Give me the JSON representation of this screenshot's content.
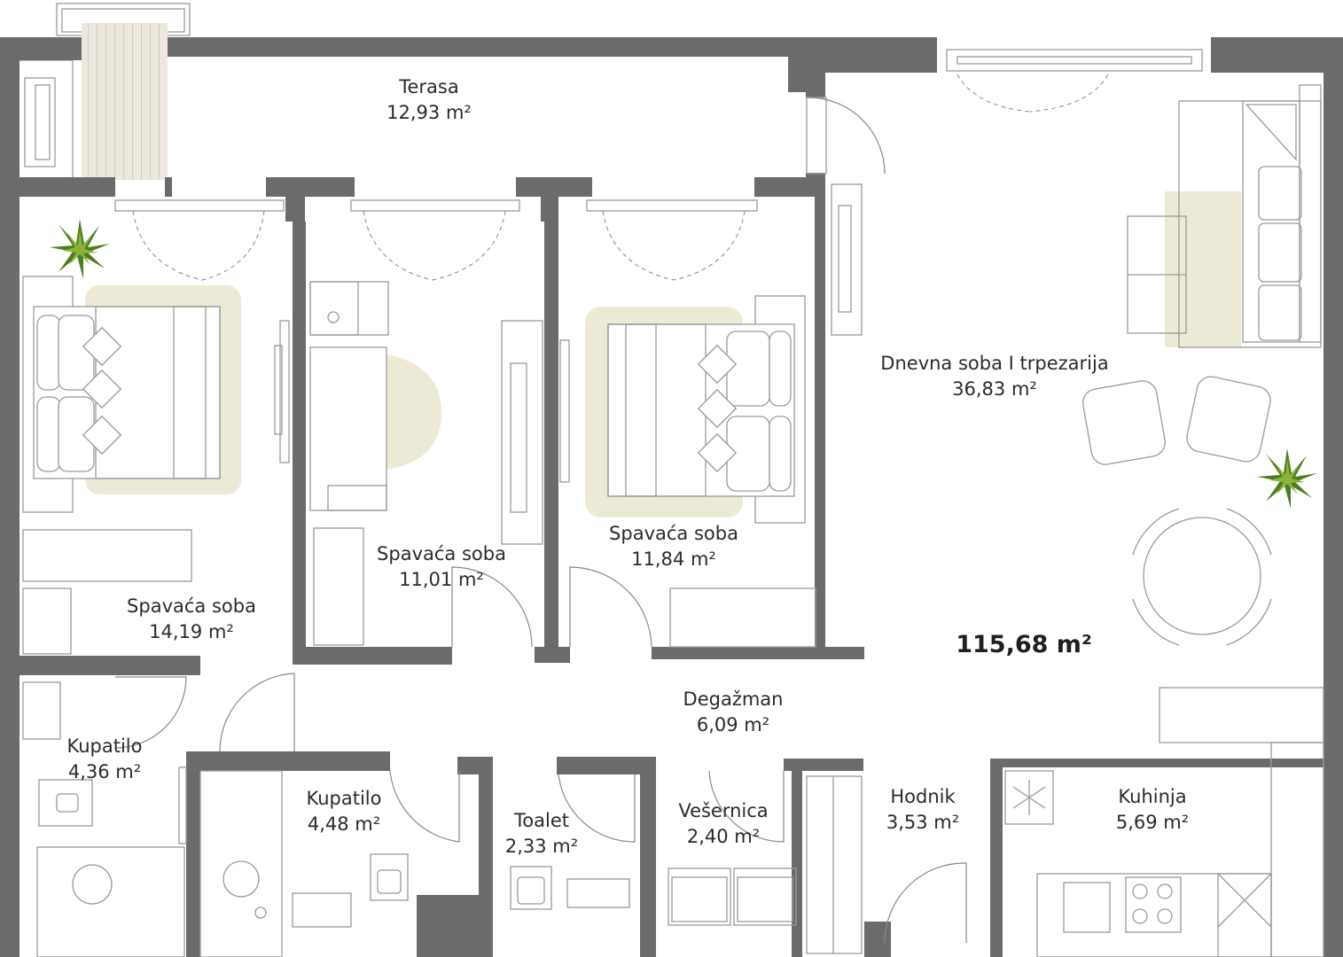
{
  "plan": {
    "total_area": "115,68 m²",
    "colors": {
      "wall": "#6b6b6b",
      "rug": "#ecead6",
      "terrace_deck": "#e9e5db",
      "plant": "#4d7d1f"
    },
    "icons": [
      "plant-icon",
      "snowflake-icon",
      "bed-icon",
      "sofa-icon",
      "dining-table-icon",
      "toilet-icon",
      "sink-icon",
      "bathtub-icon",
      "washing-machine-icon",
      "stove-icon"
    ],
    "rooms": [
      {
        "id": "terrace",
        "name": "Terasa",
        "area": "12,93 m²"
      },
      {
        "id": "living",
        "name": "Dnevna soba I trpezarija",
        "area": "36,83 m²"
      },
      {
        "id": "bedroom1",
        "name": "Spavaća soba",
        "area": "14,19 m²"
      },
      {
        "id": "bedroom2",
        "name": "Spavaća soba",
        "area": "11,01 m²"
      },
      {
        "id": "bedroom3",
        "name": "Spavaća soba",
        "area": "11,84 m²"
      },
      {
        "id": "hallway",
        "name": "Degažman",
        "area": "6,09 m²"
      },
      {
        "id": "bath1",
        "name": "Kupatilo",
        "area": "4,36 m²"
      },
      {
        "id": "bath2",
        "name": "Kupatilo",
        "area": "4,48 m²"
      },
      {
        "id": "toilet",
        "name": "Toalet",
        "area": "2,33 m²"
      },
      {
        "id": "laundry",
        "name": "Vešernica",
        "area": "2,40 m²"
      },
      {
        "id": "corridor",
        "name": "Hodnik",
        "area": "3,53 m²"
      },
      {
        "id": "kitchen",
        "name": "Kuhinja",
        "area": "5,69 m²"
      }
    ]
  }
}
